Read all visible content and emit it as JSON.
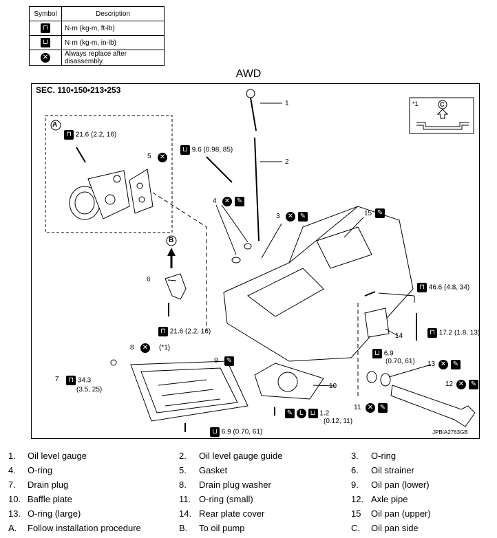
{
  "legend": {
    "header_symbol": "Symbol",
    "header_description": "Description",
    "rows": [
      {
        "icon": "torque-ftlb-icon",
        "text": "N·m (kg-m, ft-lb)"
      },
      {
        "icon": "torque-inlb-icon",
        "text": "N·m (kg-m, in-lb)"
      },
      {
        "icon": "replace-icon",
        "text": "Always replace after disassembly."
      }
    ]
  },
  "diagram": {
    "title": "AWD",
    "section": "SEC. 110•150•213•253",
    "image_code": "JPBIA2763GB",
    "inset_note": "*1",
    "inset_letter": "C",
    "detail_letter_a": "A",
    "arrow_letter_b": "B",
    "callouts": {
      "t_a": "21.6 (2.2, 16)",
      "t_guide": "9.6 (0.98, 85)",
      "t_46": "46.6 (4.8, 34)",
      "t_17": "17.2 (1.8, 13)",
      "t_strainer": "21.6 (2.2, 16)",
      "t_69a": "6.9",
      "t_69b": "(0.70, 61)",
      "t_343a": "34.3",
      "t_343b": "(3.5, 25)",
      "t_12a": "1.2",
      "t_12b": "(0.12, 11)",
      "t_69bottom": "6.9 (0.70, 61)",
      "star1": "(*1)"
    },
    "numbers": [
      "1",
      "2",
      "3",
      "4",
      "5",
      "6",
      "7",
      "8",
      "9",
      "10",
      "11",
      "12",
      "13",
      "14",
      "15"
    ]
  },
  "parts": [
    [
      {
        "n": "1.",
        "t": "Oil level gauge"
      },
      {
        "n": "2.",
        "t": "Oil level gauge guide"
      },
      {
        "n": "3.",
        "t": "O-ring"
      }
    ],
    [
      {
        "n": "4.",
        "t": "O-ring"
      },
      {
        "n": "5.",
        "t": "Gasket"
      },
      {
        "n": "6.",
        "t": "Oil strainer"
      }
    ],
    [
      {
        "n": "7.",
        "t": "Drain plug"
      },
      {
        "n": "8.",
        "t": "Drain plug washer"
      },
      {
        "n": "9.",
        "t": "Oil pan (lower)"
      }
    ],
    [
      {
        "n": "10.",
        "t": "Baffle plate"
      },
      {
        "n": "11.",
        "t": "O-ring (small)"
      },
      {
        "n": "12.",
        "t": "Axle pipe"
      }
    ],
    [
      {
        "n": "13.",
        "t": "O-ring (large)"
      },
      {
        "n": "14.",
        "t": "Rear plate cover"
      },
      {
        "n": "15",
        "t": "Oil pan (upper)"
      }
    ],
    [
      {
        "n": "A.",
        "t": "Follow installation procedure"
      },
      {
        "n": "B.",
        "t": "To oil pump"
      },
      {
        "n": "C.",
        "t": "Oil pan side"
      }
    ]
  ]
}
